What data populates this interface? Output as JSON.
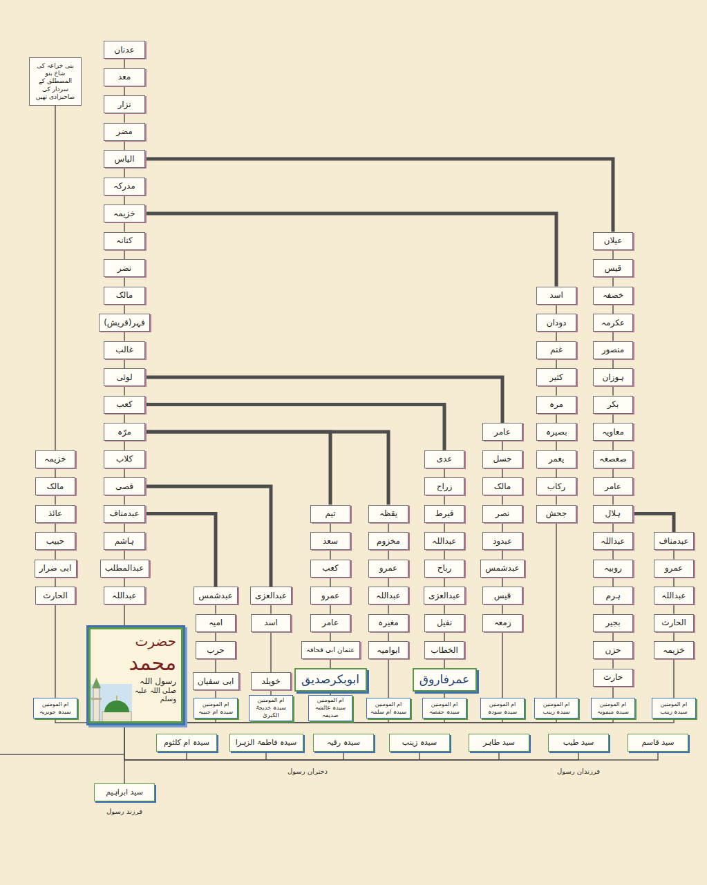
{
  "diagram": {
    "nodes": [
      {
        "text": [
          "عدنان"
        ]
      },
      {
        "text": [
          "معد"
        ]
      },
      {
        "text": [
          "نزار"
        ]
      },
      {
        "text": [
          "مضر"
        ]
      },
      {
        "text": [
          "الیاس"
        ]
      },
      {
        "text": [
          "مدرکہ"
        ]
      },
      {
        "text": [
          "خزیمہ"
        ]
      },
      {
        "text": [
          "کنانہ"
        ]
      },
      {
        "text": [
          "نضر"
        ]
      },
      {
        "text": [
          "مالک"
        ]
      },
      {
        "text": [
          "فہر(قریش)"
        ]
      },
      {
        "text": [
          "غالب"
        ]
      },
      {
        "text": [
          "لوئی"
        ]
      },
      {
        "text": [
          "کعب"
        ]
      },
      {
        "text": [
          "مرّہ"
        ]
      },
      {
        "text": [
          "کلاب"
        ]
      },
      {
        "text": [
          "قصی"
        ]
      },
      {
        "text": [
          "عبدمناف"
        ]
      },
      {
        "text": [
          "ہاشم"
        ]
      },
      {
        "text": [
          "عبدالمطلب"
        ]
      },
      {
        "text": [
          "عبداللہ"
        ]
      },
      {
        "text": [
          "حضرت",
          "محمد",
          "رسول اللہ",
          "صلی اللہ علیہ وسلم"
        ]
      },
      {
        "text": [
          "عیلان"
        ]
      },
      {
        "text": [
          "قیس"
        ]
      },
      {
        "text": [
          "خصفہ"
        ]
      },
      {
        "text": [
          "عکرمہ"
        ]
      },
      {
        "text": [
          "منصور"
        ]
      },
      {
        "text": [
          "ہوزان"
        ]
      },
      {
        "text": [
          "بکر"
        ]
      },
      {
        "text": [
          "معاویہ"
        ]
      },
      {
        "text": [
          "صعصعہ"
        ]
      },
      {
        "text": [
          "عامر"
        ]
      },
      {
        "text": [
          "ہلال"
        ]
      },
      {
        "text": [
          "اسد"
        ]
      },
      {
        "text": [
          "دودان"
        ]
      },
      {
        "text": [
          "غنم"
        ]
      },
      {
        "text": [
          "کثیر"
        ]
      },
      {
        "text": [
          "مرہ"
        ]
      },
      {
        "text": [
          "بصیرہ"
        ]
      },
      {
        "text": [
          "یعمر"
        ]
      },
      {
        "text": [
          "رکاب"
        ]
      },
      {
        "text": [
          "جحش"
        ]
      },
      {
        "text": [
          "عامر"
        ]
      },
      {
        "text": [
          "حسل"
        ]
      },
      {
        "text": [
          "مالک"
        ]
      },
      {
        "text": [
          "نصر"
        ]
      },
      {
        "text": [
          "عبدود"
        ]
      },
      {
        "text": [
          "عبدشمس"
        ]
      },
      {
        "text": [
          "قیس"
        ]
      },
      {
        "text": [
          "زمعہ"
        ]
      },
      {
        "text": [
          "عدی"
        ]
      },
      {
        "text": [
          "زراح"
        ]
      },
      {
        "text": [
          "قیرط"
        ]
      },
      {
        "text": [
          "عبداللہ"
        ]
      },
      {
        "text": [
          "رباح"
        ]
      },
      {
        "text": [
          "عبدالعزی"
        ]
      },
      {
        "text": [
          "نفیل"
        ]
      },
      {
        "text": [
          "الخطاب"
        ]
      },
      {
        "text": [
          "عمرفاروق"
        ]
      },
      {
        "text": [
          "یقظہ"
        ]
      },
      {
        "text": [
          "مخزوم"
        ]
      },
      {
        "text": [
          "عمرو"
        ]
      },
      {
        "text": [
          "عبداللہ"
        ]
      },
      {
        "text": [
          "مغیرہ"
        ]
      },
      {
        "text": [
          "ابوامیہ"
        ]
      },
      {
        "text": [
          "تیم"
        ]
      },
      {
        "text": [
          "سعد"
        ]
      },
      {
        "text": [
          "کعب"
        ]
      },
      {
        "text": [
          "عمرو"
        ]
      },
      {
        "text": [
          "عامر"
        ]
      },
      {
        "text": [
          "عثمان ابی قحافہ"
        ]
      },
      {
        "text": [
          "ابوبکرصدیق"
        ]
      },
      {
        "text": [
          "عبدالعزی"
        ]
      },
      {
        "text": [
          "اسد"
        ]
      },
      {
        "text": [
          "خویلد"
        ]
      },
      {
        "text": [
          "عبدشمس"
        ]
      },
      {
        "text": [
          "امیہ"
        ]
      },
      {
        "text": [
          "حرب"
        ]
      },
      {
        "text": [
          "ابی سفیان"
        ]
      },
      {
        "text": [
          "عبداللہ"
        ]
      },
      {
        "text": [
          "روبیہ"
        ]
      },
      {
        "text": [
          "ہرم"
        ]
      },
      {
        "text": [
          "بجیر"
        ]
      },
      {
        "text": [
          "حزن"
        ]
      },
      {
        "text": [
          "حارث"
        ]
      },
      {
        "text": [
          "عبدمناف"
        ]
      },
      {
        "text": [
          "عمرو"
        ]
      },
      {
        "text": [
          "عبداللہ"
        ]
      },
      {
        "text": [
          "الحارث"
        ]
      },
      {
        "text": [
          "خزیمہ"
        ]
      },
      {
        "text": [
          "بنی خزاعہ کی شاخ بنو المصطلق کے سردار کی صاحبزادی تھیں"
        ]
      },
      {
        "text": [
          "خزیمہ"
        ]
      },
      {
        "text": [
          "مالک"
        ]
      },
      {
        "text": [
          "عائذ"
        ]
      },
      {
        "text": [
          "حبیب"
        ]
      },
      {
        "text": [
          "ابی ضرار"
        ]
      },
      {
        "text": [
          "الحارث"
        ]
      },
      {
        "text": [
          "ام المومنین",
          "سیدہ جویریہ"
        ]
      },
      {
        "text": [
          "ام المومنین",
          "سیدہ ام حبیبہ"
        ]
      },
      {
        "text": [
          "ام المومنین",
          "سیدہ خدیجۃ الکبریٰ"
        ]
      },
      {
        "text": [
          "ام المومنین",
          "سیدہ عائشہ صدیقہ"
        ]
      },
      {
        "text": [
          "ام المومنین",
          "سیدہ ام سلمہ"
        ]
      },
      {
        "text": [
          "ام المومنین",
          "سیدہ حفصہ"
        ]
      },
      {
        "text": [
          "ام المومنین",
          "سیدہ سودہ"
        ]
      },
      {
        "text": [
          "ام المومنین",
          "سیدہ زینب"
        ]
      },
      {
        "text": [
          "ام المومنین",
          "سیدہ میمونہ"
        ]
      },
      {
        "text": [
          "ام المومنین",
          "سیدہ زینب"
        ]
      },
      {
        "text": [
          "سیدہ ام کلثوم"
        ]
      },
      {
        "text": [
          "سیدہ فاطمۃ الزہرا"
        ]
      },
      {
        "text": [
          "سیدہ رقیہ"
        ]
      },
      {
        "text": [
          "سیدہ زینب"
        ]
      },
      {
        "text": [
          "سید طاہر"
        ]
      },
      {
        "text": [
          "سید طیب"
        ]
      },
      {
        "text": [
          "سید قاسم"
        ]
      },
      {
        "text": [
          "سید ابراہیم"
        ]
      }
    ],
    "edges": [
      {
        "from": 0,
        "to": 1,
        "arrow": "none"
      },
      {
        "from": 1,
        "to": 2,
        "arrow": "none"
      },
      {
        "from": 2,
        "to": 3,
        "arrow": "none"
      },
      {
        "from": 3,
        "to": 4,
        "arrow": "none"
      },
      {
        "from": 4,
        "to": 5,
        "arrow": "none"
      },
      {
        "from": 5,
        "to": 6,
        "arrow": "none"
      },
      {
        "from": 6,
        "to": 7,
        "arrow": "none"
      },
      {
        "from": 7,
        "to": 8,
        "arrow": "none"
      },
      {
        "from": 8,
        "to": 9,
        "arrow": "none"
      },
      {
        "from": 9,
        "to": 10,
        "arrow": "none"
      },
      {
        "from": 10,
        "to": 11,
        "arrow": "none"
      },
      {
        "from": 11,
        "to": 12,
        "arrow": "none"
      },
      {
        "from": 12,
        "to": 13,
        "arrow": "none"
      },
      {
        "from": 13,
        "to": 14,
        "arrow": "none"
      },
      {
        "from": 14,
        "to": 15,
        "arrow": "none"
      },
      {
        "from": 15,
        "to": 16,
        "arrow": "none"
      },
      {
        "from": 16,
        "to": 17,
        "arrow": "none"
      },
      {
        "from": 17,
        "to": 18,
        "arrow": "none"
      },
      {
        "from": 18,
        "to": 19,
        "arrow": "none"
      },
      {
        "from": 19,
        "to": 20,
        "arrow": "none"
      },
      {
        "from": 20,
        "to": 21,
        "arrow": "none"
      },
      {
        "from": 4,
        "to": 22,
        "arrow": "none"
      },
      {
        "from": 22,
        "to": 23,
        "arrow": "none"
      },
      {
        "from": 23,
        "to": 24,
        "arrow": "none"
      },
      {
        "from": 24,
        "to": 25,
        "arrow": "none"
      },
      {
        "from": 25,
        "to": 26,
        "arrow": "none"
      },
      {
        "from": 26,
        "to": 27,
        "arrow": "none"
      },
      {
        "from": 27,
        "to": 28,
        "arrow": "none"
      },
      {
        "from": 28,
        "to": 29,
        "arrow": "none"
      },
      {
        "from": 29,
        "to": 30,
        "arrow": "none"
      },
      {
        "from": 30,
        "to": 31,
        "arrow": "none"
      },
      {
        "from": 31,
        "to": 32,
        "arrow": "none"
      },
      {
        "from": 32,
        "to": 79,
        "arrow": "none"
      },
      {
        "from": 32,
        "to": 85,
        "arrow": "none"
      },
      {
        "from": 79,
        "to": 80,
        "arrow": "none"
      },
      {
        "from": 80,
        "to": 81,
        "arrow": "none"
      },
      {
        "from": 81,
        "to": 82,
        "arrow": "none"
      },
      {
        "from": 82,
        "to": 83,
        "arrow": "none"
      },
      {
        "from": 83,
        "to": 84,
        "arrow": "none"
      },
      {
        "from": 85,
        "to": 86,
        "arrow": "none"
      },
      {
        "from": 86,
        "to": 87,
        "arrow": "none"
      },
      {
        "from": 87,
        "to": 88,
        "arrow": "none"
      },
      {
        "from": 88,
        "to": 89,
        "arrow": "none"
      },
      {
        "from": 6,
        "to": 33,
        "arrow": "none"
      },
      {
        "from": 33,
        "to": 34,
        "arrow": "none"
      },
      {
        "from": 34,
        "to": 35,
        "arrow": "none"
      },
      {
        "from": 35,
        "to": 36,
        "arrow": "none"
      },
      {
        "from": 36,
        "to": 37,
        "arrow": "none"
      },
      {
        "from": 37,
        "to": 38,
        "arrow": "none"
      },
      {
        "from": 38,
        "to": 39,
        "arrow": "none"
      },
      {
        "from": 39,
        "to": 40,
        "arrow": "none"
      },
      {
        "from": 40,
        "to": 41,
        "arrow": "none"
      },
      {
        "from": 12,
        "to": 42,
        "arrow": "none"
      },
      {
        "from": 42,
        "to": 43,
        "arrow": "none"
      },
      {
        "from": 43,
        "to": 44,
        "arrow": "none"
      },
      {
        "from": 44,
        "to": 45,
        "arrow": "none"
      },
      {
        "from": 45,
        "to": 46,
        "arrow": "none"
      },
      {
        "from": 46,
        "to": 47,
        "arrow": "none"
      },
      {
        "from": 47,
        "to": 48,
        "arrow": "none"
      },
      {
        "from": 48,
        "to": 49,
        "arrow": "none"
      },
      {
        "from": 13,
        "to": 50,
        "arrow": "none"
      },
      {
        "from": 50,
        "to": 51,
        "arrow": "none"
      },
      {
        "from": 51,
        "to": 52,
        "arrow": "none"
      },
      {
        "from": 52,
        "to": 53,
        "arrow": "none"
      },
      {
        "from": 53,
        "to": 54,
        "arrow": "none"
      },
      {
        "from": 54,
        "to": 55,
        "arrow": "none"
      },
      {
        "from": 55,
        "to": 56,
        "arrow": "none"
      },
      {
        "from": 56,
        "to": 57,
        "arrow": "none"
      },
      {
        "from": 57,
        "to": 58,
        "arrow": "none"
      },
      {
        "from": 14,
        "to": 59,
        "arrow": "none"
      },
      {
        "from": 14,
        "to": 65,
        "arrow": "none"
      },
      {
        "from": 59,
        "to": 60,
        "arrow": "none"
      },
      {
        "from": 60,
        "to": 61,
        "arrow": "none"
      },
      {
        "from": 61,
        "to": 62,
        "arrow": "none"
      },
      {
        "from": 62,
        "to": 63,
        "arrow": "none"
      },
      {
        "from": 63,
        "to": 64,
        "arrow": "none"
      },
      {
        "from": 65,
        "to": 66,
        "arrow": "none"
      },
      {
        "from": 66,
        "to": 67,
        "arrow": "none"
      },
      {
        "from": 67,
        "to": 68,
        "arrow": "none"
      },
      {
        "from": 68,
        "to": 69,
        "arrow": "none"
      },
      {
        "from": 69,
        "to": 70,
        "arrow": "none"
      },
      {
        "from": 70,
        "to": 71,
        "arrow": "none"
      },
      {
        "from": 16,
        "to": 72,
        "arrow": "none"
      },
      {
        "from": 72,
        "to": 73,
        "arrow": "none"
      },
      {
        "from": 73,
        "to": 74,
        "arrow": "none"
      },
      {
        "from": 17,
        "to": 75,
        "arrow": "none"
      },
      {
        "from": 75,
        "to": 76,
        "arrow": "none"
      },
      {
        "from": 76,
        "to": 77,
        "arrow": "none"
      },
      {
        "from": 77,
        "to": 78,
        "arrow": "none"
      },
      {
        "from": 90,
        "to": 91,
        "arrow": "none"
      },
      {
        "from": 91,
        "to": 92,
        "arrow": "none"
      },
      {
        "from": 92,
        "to": 93,
        "arrow": "none"
      },
      {
        "from": 93,
        "to": 94,
        "arrow": "none"
      },
      {
        "from": 94,
        "to": 95,
        "arrow": "none"
      },
      {
        "from": 95,
        "to": 96,
        "arrow": "none"
      },
      {
        "from": 96,
        "to": 97,
        "arrow": "none"
      },
      {
        "from": 78,
        "to": 98,
        "arrow": "none"
      },
      {
        "from": 74,
        "to": 99,
        "arrow": "none"
      },
      {
        "from": 71,
        "to": 100,
        "arrow": "none"
      },
      {
        "from": 64,
        "to": 101,
        "arrow": "none"
      },
      {
        "from": 58,
        "to": 102,
        "arrow": "none"
      },
      {
        "from": 49,
        "to": 103,
        "arrow": "none"
      },
      {
        "from": 41,
        "to": 104,
        "arrow": "none"
      },
      {
        "from": 84,
        "to": 105,
        "arrow": "none"
      },
      {
        "from": 89,
        "to": 106,
        "arrow": "none"
      },
      {
        "from": 21,
        "to": 97,
        "arrow": "none"
      },
      {
        "from": 21,
        "to": 98,
        "arrow": "none"
      },
      {
        "from": 21,
        "to": 99,
        "arrow": "none"
      },
      {
        "from": 21,
        "to": 100,
        "arrow": "none"
      },
      {
        "from": 21,
        "to": 101,
        "arrow": "none"
      },
      {
        "from": 21,
        "to": 102,
        "arrow": "none"
      },
      {
        "from": 21,
        "to": 103,
        "arrow": "none"
      },
      {
        "from": 21,
        "to": 104,
        "arrow": "none"
      },
      {
        "from": 21,
        "to": 105,
        "arrow": "none"
      },
      {
        "from": 21,
        "to": 106,
        "arrow": "none"
      },
      {
        "from": 21,
        "to": 107,
        "arrow": "none"
      },
      {
        "from": 21,
        "to": 108,
        "arrow": "none"
      },
      {
        "from": 21,
        "to": 109,
        "arrow": "none"
      },
      {
        "from": 21,
        "to": 110,
        "arrow": "none"
      },
      {
        "from": 21,
        "to": 111,
        "arrow": "none"
      },
      {
        "from": 21,
        "to": 112,
        "arrow": "none"
      },
      {
        "from": 21,
        "to": 113,
        "arrow": "none"
      },
      {
        "from": 21,
        "to": 114,
        "arrow": "none"
      }
    ],
    "labels": [
      "فرزند رسول",
      "دختران رسول",
      "فرزندان رسول"
    ]
  }
}
